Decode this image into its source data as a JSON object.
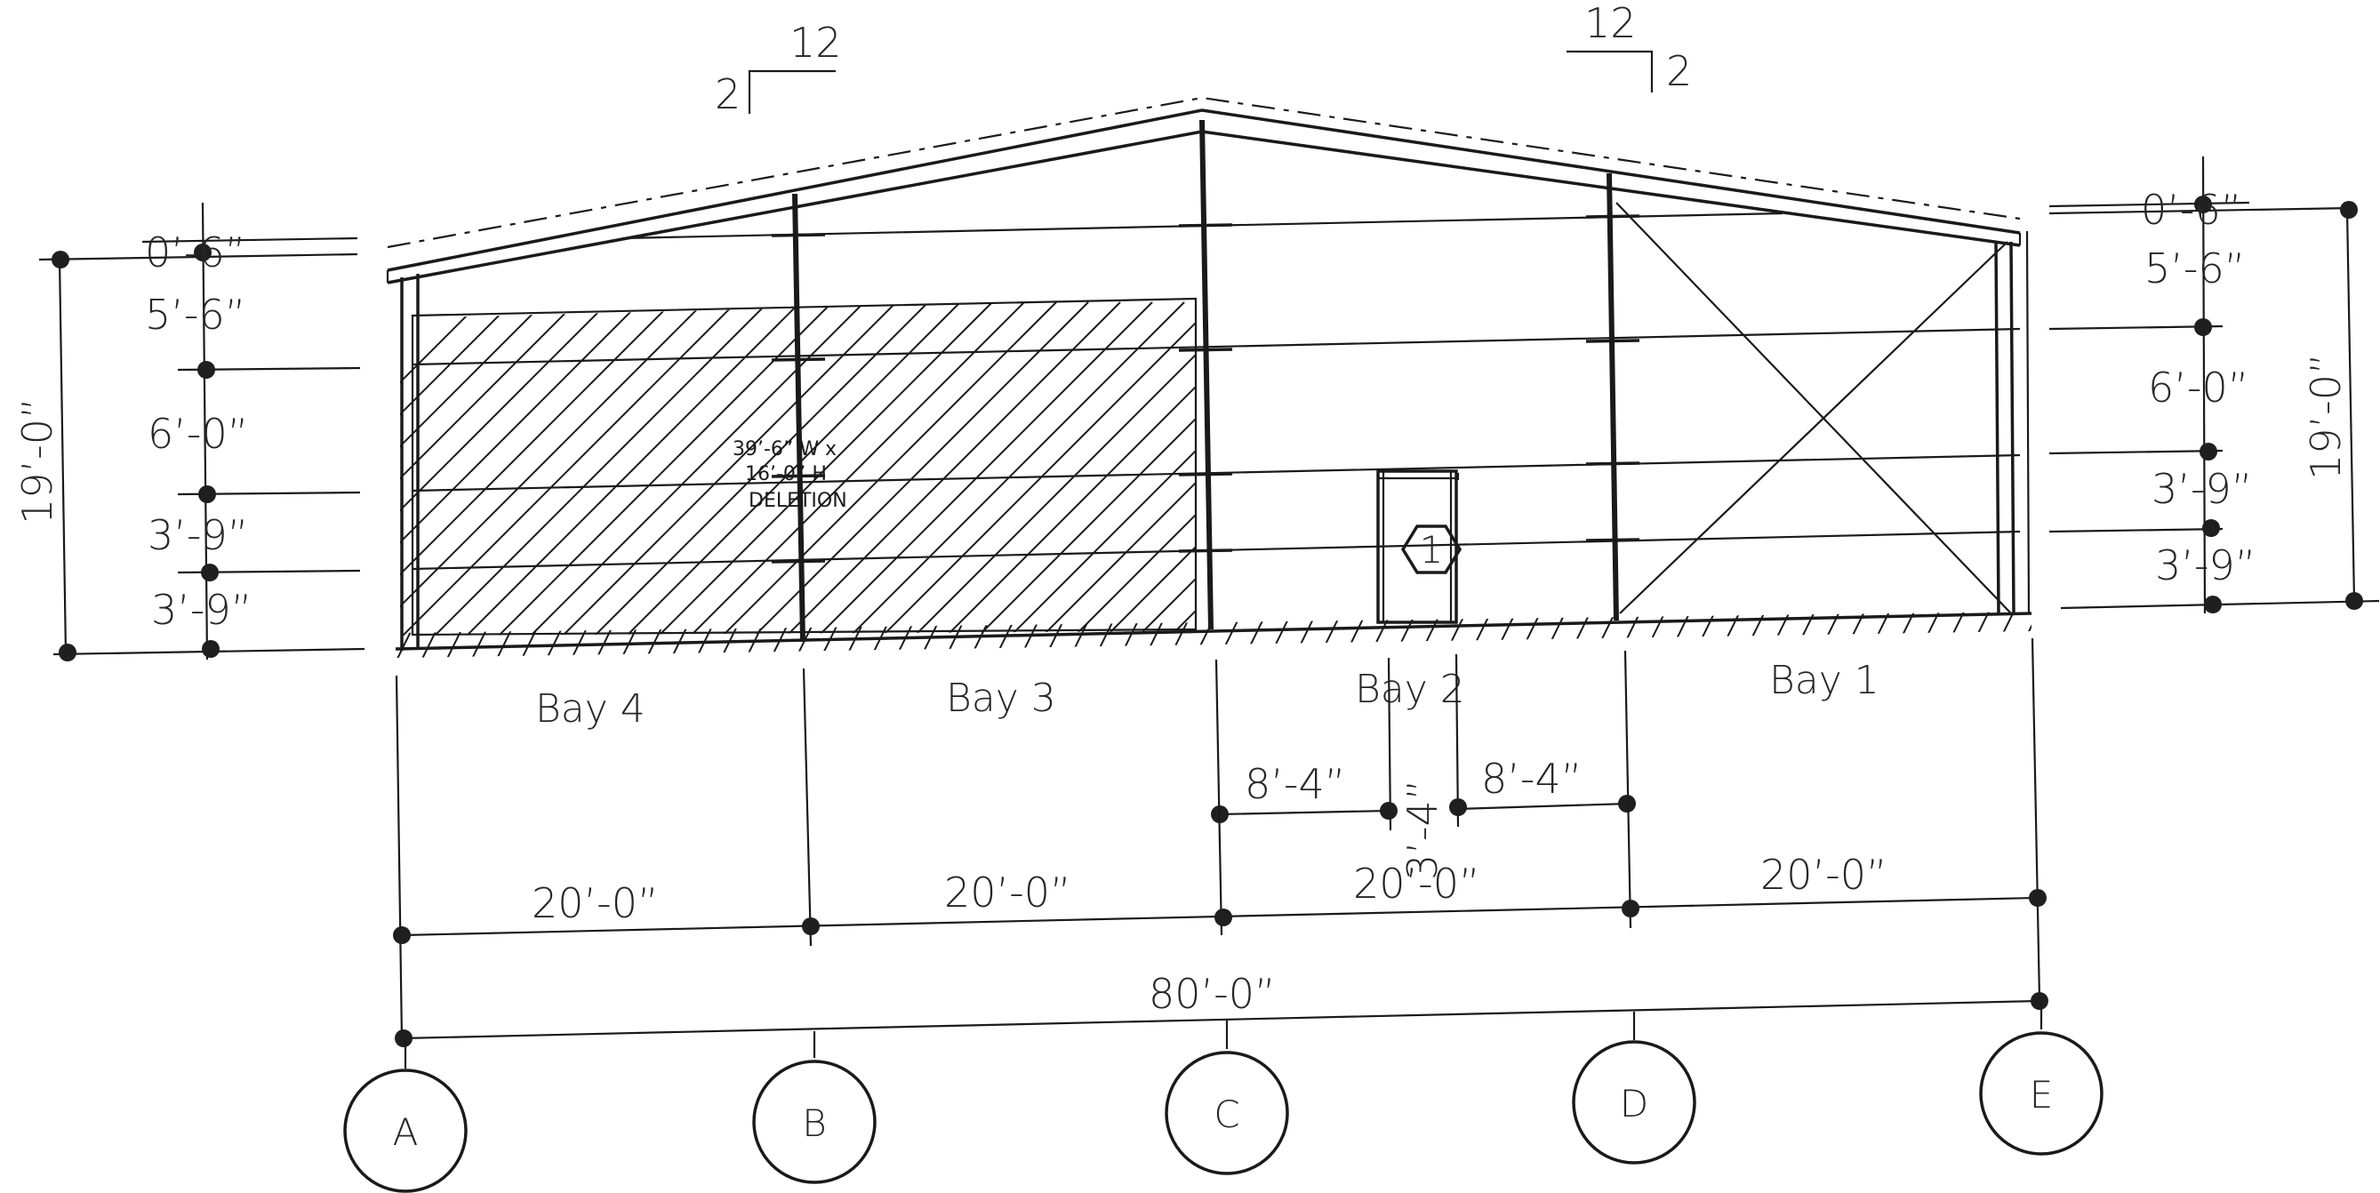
{
  "slopes": {
    "left_rise": "2",
    "left_run": "12",
    "right_run": "12",
    "right_rise": "2"
  },
  "left_dims": [
    "0’-6”",
    "5’-6”",
    "6’-0”",
    "3’-9”",
    "3’-9”"
  ],
  "left_total": "19’-0”",
  "right_dims": [
    "0’-6”",
    "5’-6”",
    "6’-0”",
    "3’-9”",
    "3’-9”"
  ],
  "right_total": "19’-0”",
  "deletion_note": [
    "39’-6” W x",
    "16’-0” H",
    "DELETION"
  ],
  "door_tag": "1",
  "bays": [
    "Bay 4",
    "Bay 3",
    "Bay 2",
    "Bay 1"
  ],
  "door_dims": {
    "left_offset": "8’-4”",
    "door_width": "3’-4”",
    "right_offset": "8’-4”"
  },
  "bay_widths": [
    "20’-0”",
    "20’-0”",
    "20’-0”",
    "20’-0”"
  ],
  "overall_width": "80’-0”",
  "grid_lines": [
    "A",
    "B",
    "C",
    "D",
    "E"
  ]
}
